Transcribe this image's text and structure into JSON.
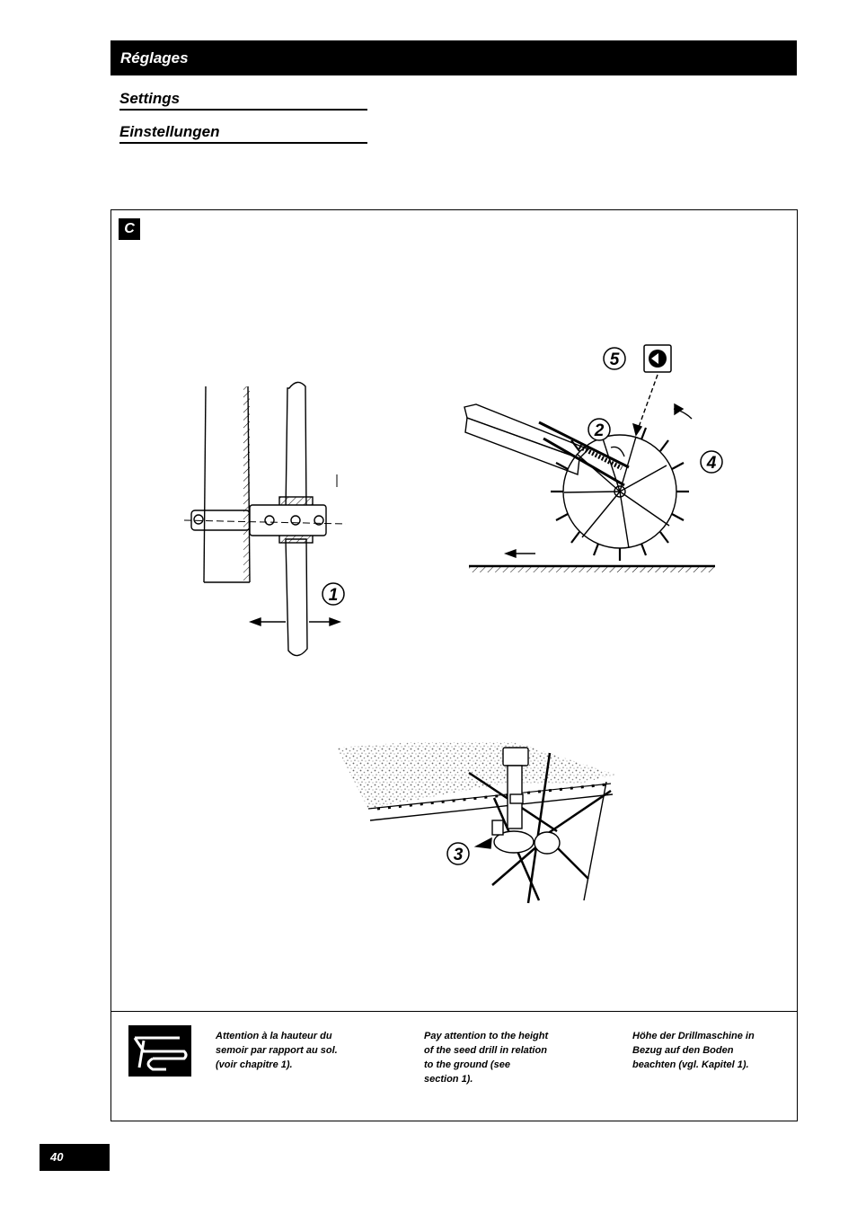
{
  "header": {
    "title": "Réglages",
    "subtitle_en": "Settings",
    "subtitle_de": "Einstellungen"
  },
  "figure": {
    "label": "C",
    "callouts": [
      "1",
      "2",
      "3",
      "4",
      "5"
    ]
  },
  "note": {
    "icon": "pointing-hand-icon",
    "fr": [
      "Attention à la hauteur du",
      "semoir par rapport au sol.",
      "(voir chapitre 1)."
    ],
    "en": [
      "Pay attention to the height",
      "of the seed drill in relation",
      "to the ground (see",
      "section 1)."
    ],
    "de": [
      "Höhe der Drillmaschine in",
      "Bezug auf den Boden",
      "beachten (vgl. Kapitel 1)."
    ]
  },
  "footer": {
    "page": "40"
  }
}
